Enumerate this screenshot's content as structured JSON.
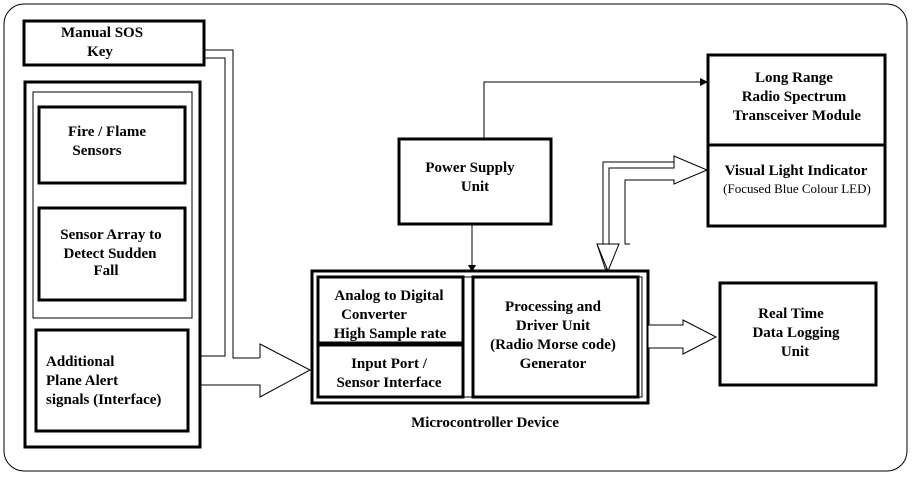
{
  "blocks": {
    "manual_sos": [
      "Manual SOS",
      "Key"
    ],
    "fire_sensors": [
      "Fire / Flame",
      "Sensors"
    ],
    "sensor_array": [
      "Sensor Array to",
      "Detect Sudden",
      "Fall"
    ],
    "additional_alert": [
      "Additional",
      "Plane Alert",
      "signals (Interface)"
    ],
    "power_supply": [
      "Power Supply",
      "Unit"
    ],
    "adc": [
      "Analog to Digital",
      "Converter",
      "High Sample rate"
    ],
    "input_port": [
      "Input Port /",
      "Sensor Interface"
    ],
    "processing": [
      "Processing and",
      "Driver Unit",
      "(Radio Morse code)",
      "Generator"
    ],
    "transceiver": [
      "Long Range",
      "Radio Spectrum",
      "Transceiver Module"
    ],
    "visual_indicator_title": "Visual Light Indicator",
    "visual_indicator_note": "(Focused Blue Colour LED)",
    "data_logging": [
      "Real Time",
      "Data Logging",
      "Unit"
    ]
  },
  "microcontroller_label": "Microcontroller Device"
}
